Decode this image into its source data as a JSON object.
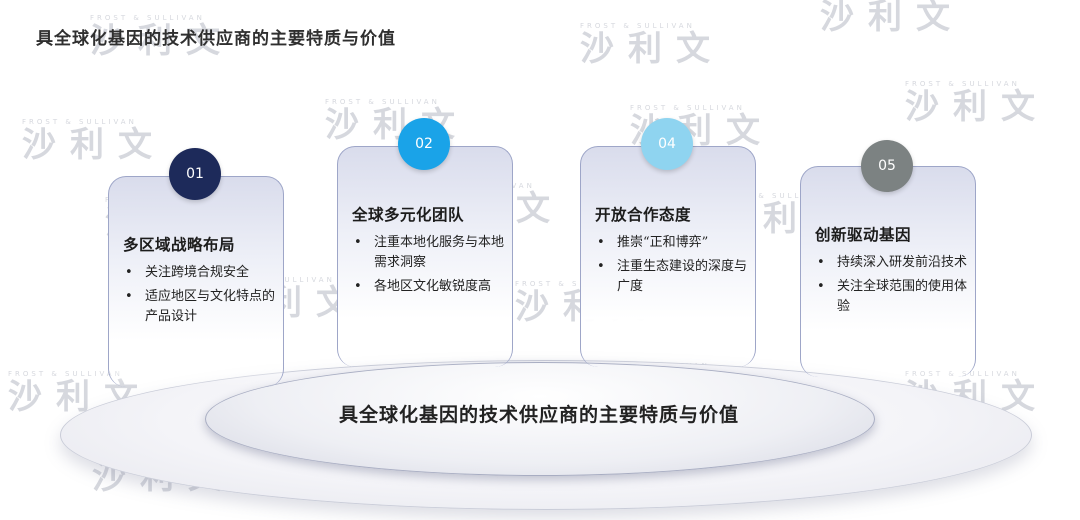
{
  "title": "具全球化基因的技术供应商的主要特质与价值",
  "center_label": "具全球化基因的技术供应商的主要特质与价值",
  "watermark": {
    "en": "FROST & SULLIVAN",
    "cn": "沙利文"
  },
  "cards": [
    {
      "number": "01",
      "color": "#1d2a5a",
      "title": "多区域战略布局",
      "bullets": [
        "关注跨境合规安全",
        "适应地区与文化特点的产品设计"
      ]
    },
    {
      "number": "02",
      "color": "#1aa3e8",
      "title": "全球多元化团队",
      "bullets": [
        "注重本地化服务与本地需求洞察",
        "各地区文化敏锐度高"
      ]
    },
    {
      "number": "04",
      "color": "#8fd4f0",
      "title": "开放合作态度",
      "bullets": [
        "推崇“正和博弈”",
        "注重生态建设的深度与广度"
      ]
    },
    {
      "number": "05",
      "color": "#7c8282",
      "title": "创新驱动基因",
      "bullets": [
        "持续深入研发前沿技术",
        "关注全球范围的使用体验"
      ]
    }
  ]
}
